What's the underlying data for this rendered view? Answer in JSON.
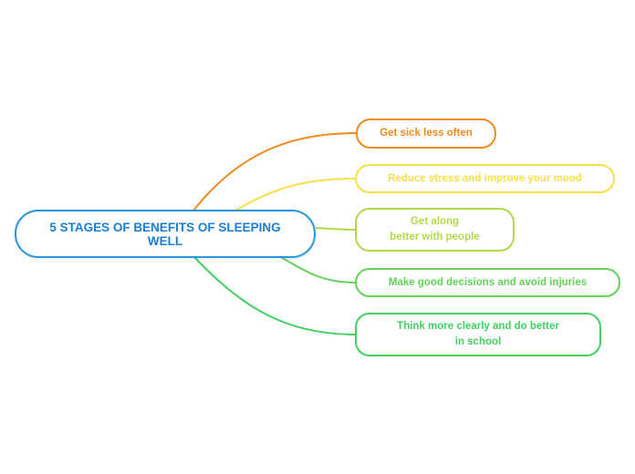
{
  "diagram": {
    "type": "mindmap",
    "root": {
      "label": "5 STAGES OF BENEFITS OF SLEEPING WELL",
      "border_color": "#2b97da",
      "text_color": "#1b80d4"
    },
    "branches": [
      {
        "label": "Get sick less often",
        "color": "#ee8b1e"
      },
      {
        "label": "Reduce stress and improve your mood",
        "color": "#f6e04b"
      },
      {
        "label": "Get along\nbetter with people",
        "color": "#b3d84a"
      },
      {
        "label": "Make good decisions and avoid injuries",
        "color": "#63d15a"
      },
      {
        "label": "Think more clearly and do better\nin school",
        "color": "#45cf62"
      }
    ]
  }
}
